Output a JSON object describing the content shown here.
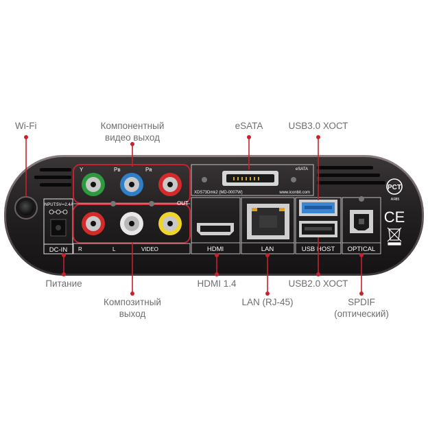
{
  "callouts": {
    "wifi": "Wi-Fi",
    "component_video_line1": "Компонентный",
    "component_video_line2": "видео выход",
    "esata": "eSATA",
    "usb3": "USB3.0 ХОСТ",
    "power": "Питание",
    "composite_line1": "Композитный",
    "composite_line2": "выход",
    "hdmi": "HDMI 1.4",
    "lan": "LAN (RJ-45)",
    "usb2": "USB2.0 ХОСТ",
    "spdif_line1": "SPDIF",
    "spdif_line2": "(оптический)"
  },
  "panel": {
    "y_label": "Y",
    "pb_label": "Pв",
    "pr_label": "Pʀ",
    "out_label": "OUT",
    "r_label": "R",
    "l_label": "L",
    "video_label": "VIDEO",
    "input_label": "INPUT:5V⎓2.4A",
    "dcin_label": "DC-IN",
    "esata_port_label": "eSATA",
    "model_label": "XDS73Dmk2 (MD-0007W)",
    "site_label": "www.iconbit.com",
    "hdmi_label": "HDMI",
    "lan_label": "LAN",
    "usbhost_label": "USB HOST",
    "optical_label": "OPTICAL",
    "pct_label": "PCT",
    "pct_code": "AЯ85",
    "ce_label": "CE"
  },
  "colors": {
    "accent_red": "#c8202c",
    "label_gray": "#6e6e6e",
    "device_body": "#2a2627",
    "jack_green": "#2e9a3e",
    "jack_blue": "#2f7fc8",
    "jack_red": "#d42a2a",
    "jack_white": "#e8e8e8",
    "jack_yellow": "#f1d42a",
    "usb3_blue": "#3a86d4"
  }
}
